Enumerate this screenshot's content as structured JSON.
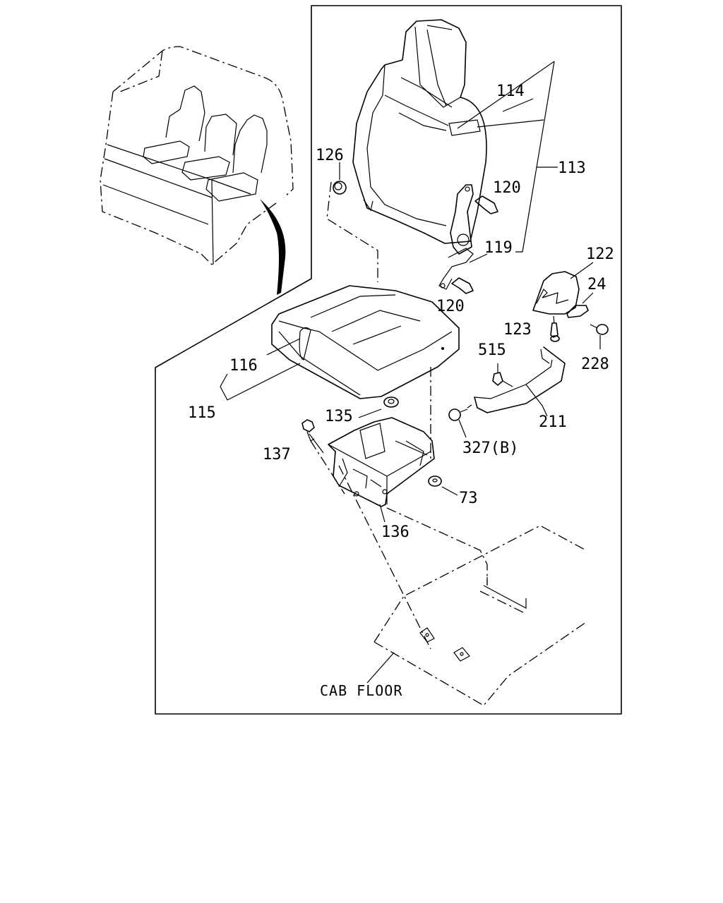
{
  "labels": {
    "p114": "114",
    "p113": "113",
    "p126": "126",
    "p120a": "120",
    "p119": "119",
    "p120b": "120",
    "p122": "122",
    "p24": "24",
    "p123": "123",
    "p228": "228",
    "p515": "515",
    "p116": "116",
    "p115": "115",
    "p135": "135",
    "p137": "137",
    "p327b": "327(B)",
    "p211": "211",
    "p73": "73",
    "p136": "136",
    "cab_floor": "CAB FLOOR"
  }
}
